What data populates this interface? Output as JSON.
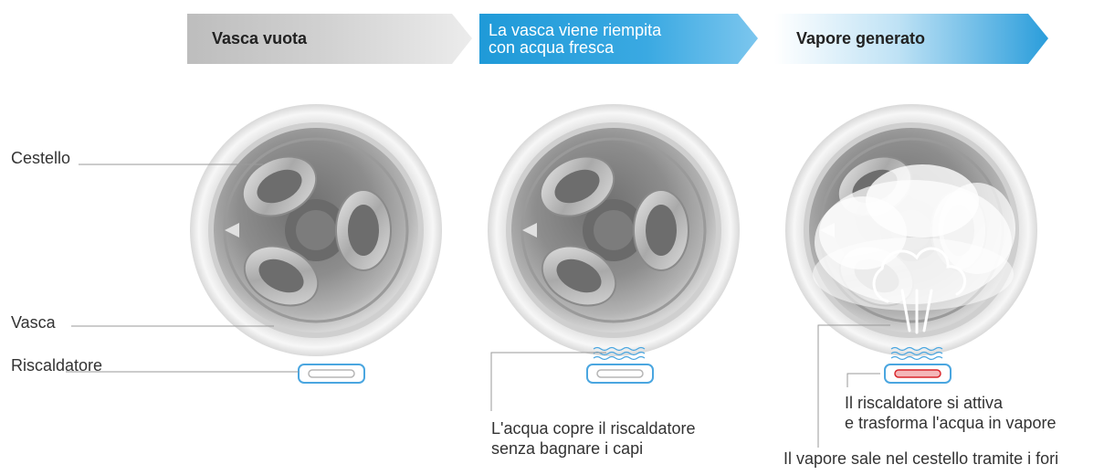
{
  "steps": [
    {
      "label": "Vasca vuota"
    },
    {
      "label_line1": "La vasca viene riempita",
      "label_line2": "con acqua fresca"
    },
    {
      "label": "Vapore generato"
    }
  ],
  "labels": {
    "cestello": "Cestello",
    "vasca": "Vasca",
    "riscaldatore": "Riscaldatore"
  },
  "annotations": {
    "water_line1": "L'acqua copre il riscaldatore",
    "water_line2": "senza bagnare i capi",
    "heater_line1": "Il riscaldatore si attiva",
    "heater_line2": "e trasforma l'acqua in vapore",
    "steam": "Il vapore sale nel cestello tramite i fori"
  },
  "colors": {
    "step_gray": "#c9c9c9",
    "step_blue": "#2ea2dd",
    "water_blue": "#4aa6e0",
    "heater_hot": "#d9262c"
  },
  "icons": [
    "drum",
    "heater",
    "water-waves",
    "steam-cloud"
  ]
}
